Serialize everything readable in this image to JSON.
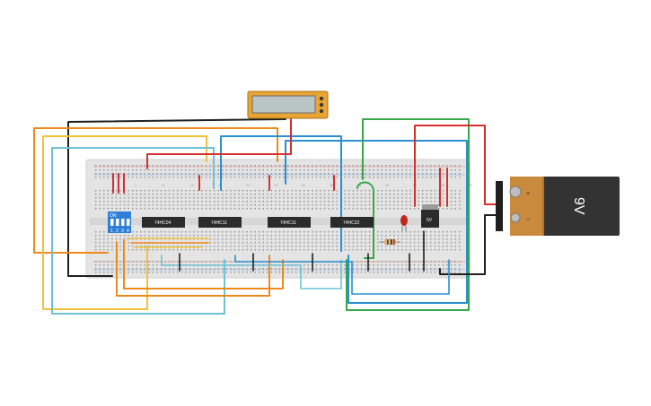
{
  "chips": [
    {
      "label": "74HC04"
    },
    {
      "label": "74HC11"
    },
    {
      "label": "74HC11"
    },
    {
      "label": "74HC32"
    }
  ],
  "dip_switch": {
    "on_label": "ON",
    "positions": [
      "1",
      "2",
      "3",
      "4"
    ]
  },
  "regulator": {
    "label": "5V"
  },
  "battery": {
    "label": "9V",
    "plus": "+",
    "minus": "−"
  },
  "column_numbers": [
    "1",
    "5",
    "10",
    "15",
    "20",
    "25",
    "30",
    "35",
    "40",
    "45",
    "50",
    "55",
    "60",
    "65"
  ],
  "colors": {
    "board": "#e6e6e6",
    "chip": "#2b2b2b",
    "switch": "#2f7fd6",
    "battery_body": "#c98a3c",
    "battery_cap": "#333333",
    "led": "#c0281f",
    "wire_black": "#1f1f1f",
    "wire_red": "#d43030",
    "wire_orange": "#ec8a1e",
    "wire_yellow": "#f0c23a",
    "wire_cyan": "#6fc1d6",
    "wire_blue": "#2a8fd0",
    "wire_green": "#36a84a"
  }
}
